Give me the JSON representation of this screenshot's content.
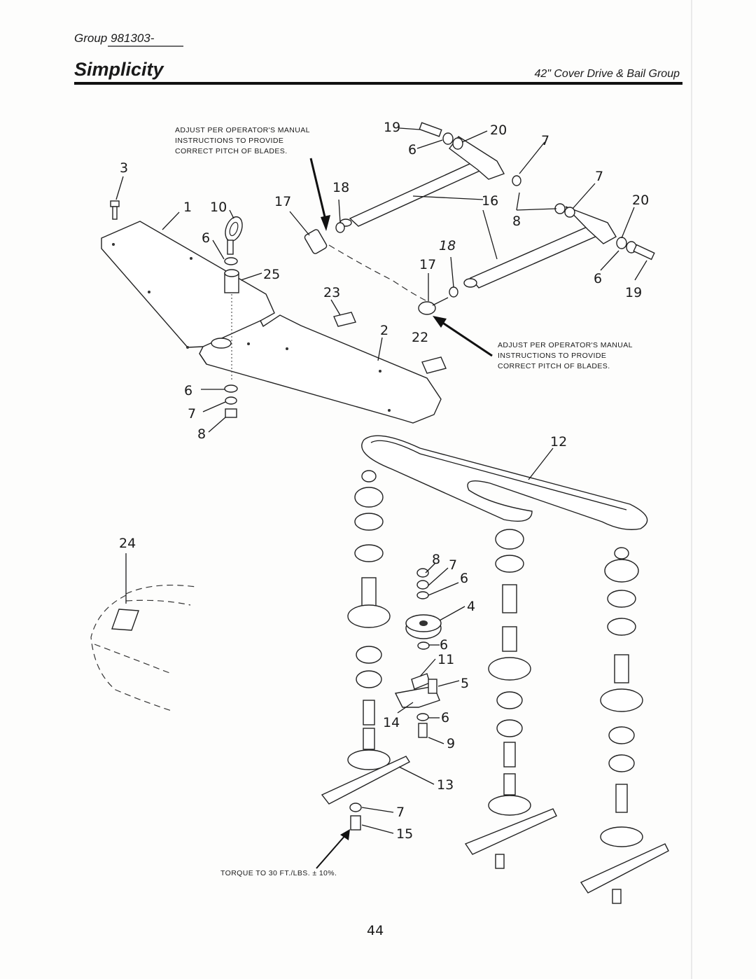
{
  "header": {
    "group_label": "Group",
    "group_number": "981303-",
    "brand": "Simplicity",
    "section_title": "42\" Cover Drive & Bail Group"
  },
  "notes": {
    "adjust_top": [
      "ADJUST PER OPERATOR'S MANUAL",
      "INSTRUCTIONS TO PROVIDE",
      "CORRECT PITCH OF BLADES."
    ],
    "adjust_right": [
      "ADJUST PER OPERATOR'S MANUAL",
      "INSTRUCTIONS TO PROVIDE",
      "CORRECT PITCH OF BLADES."
    ],
    "torque": "TORQUE TO 30 FT./LBS. ± 10%."
  },
  "callouts": {
    "c1": "1",
    "c2": "2",
    "c3": "3",
    "c4": "4",
    "c5": "5",
    "c6a": "6",
    "c6b": "6",
    "c6c": "6",
    "c6d": "6",
    "c6e": "6",
    "c6f": "6",
    "c7a": "7",
    "c7b": "7",
    "c7c": "7",
    "c7d": "7",
    "c7e": "7",
    "c8a": "8",
    "c8b": "8",
    "c8c": "8",
    "c9": "9",
    "c10": "10",
    "c11": "11",
    "c12": "12",
    "c13": "13",
    "c14": "14",
    "c15": "15",
    "c16": "16",
    "c17a": "17",
    "c17b": "17",
    "c18a": "18",
    "c18b": "18",
    "c19a": "19",
    "c19b": "19",
    "c20a": "20",
    "c20b": "20",
    "c22": "22",
    "c23": "23",
    "c24": "24",
    "c25": "25"
  },
  "page_number": "44"
}
